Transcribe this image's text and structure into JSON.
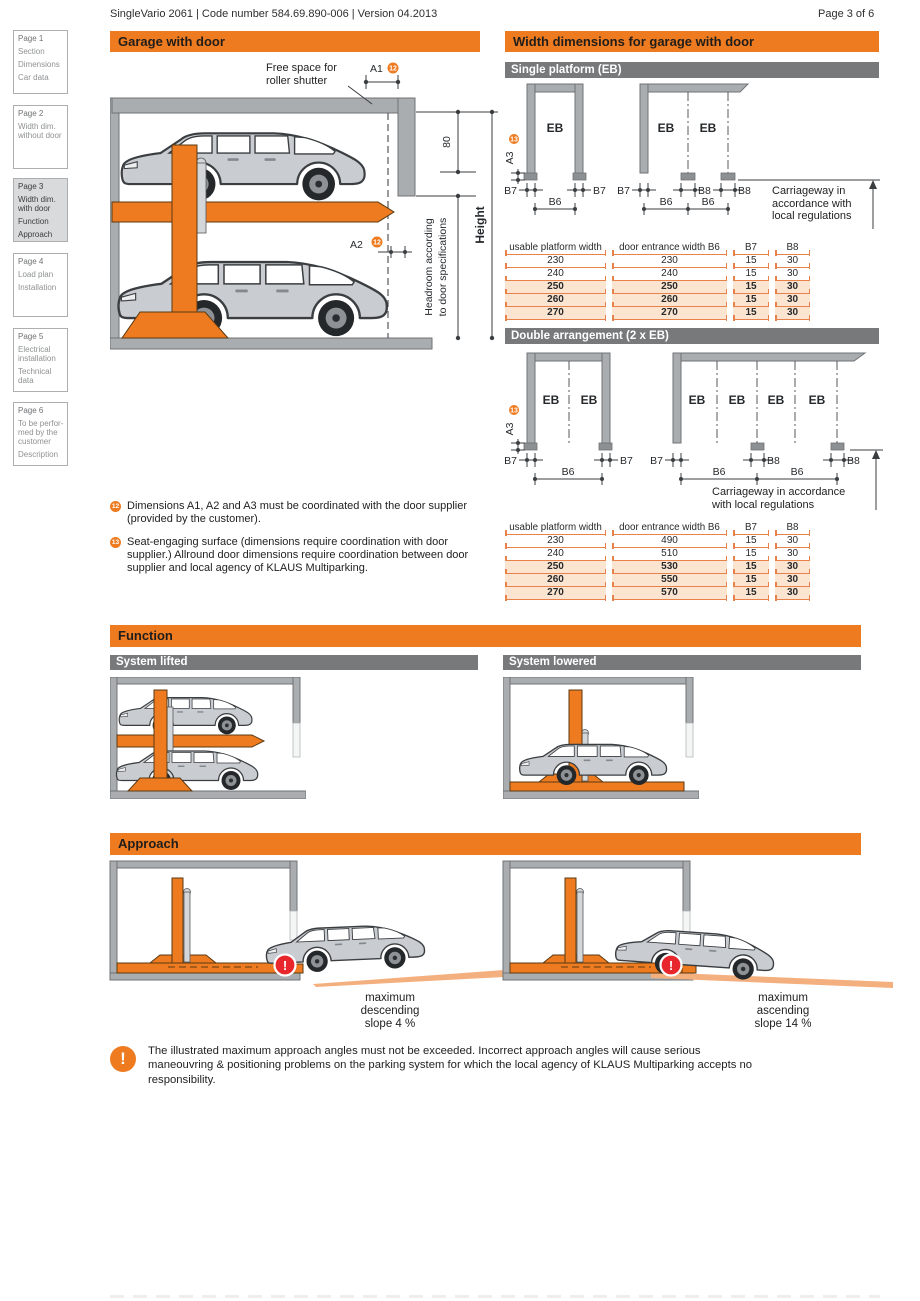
{
  "header": {
    "title": "SingleVario 2061 | Code number 584.69.890-006 | Version 04.2013",
    "page_indicator": "Page 3 of 6"
  },
  "sidebar": {
    "pages": [
      {
        "title": "Page 1",
        "items": [
          "Section",
          "Dimensions",
          "Car data"
        ],
        "active": false
      },
      {
        "title": "Page 2",
        "items": [
          "Width dim.\nwithout door"
        ],
        "active": false
      },
      {
        "title": "Page 3",
        "items": [
          "Width dim.\nwith door",
          "Function",
          "Approach"
        ],
        "active": true
      },
      {
        "title": "Page 4",
        "items": [
          "Load plan",
          "Installation"
        ],
        "active": false
      },
      {
        "title": "Page 5",
        "items": [
          "Electrical\ninstallation",
          "Technical\ndata"
        ],
        "active": false
      },
      {
        "title": "Page 6",
        "items": [
          "To be perfor-\nmed by the\ncustomer",
          "Description"
        ],
        "active": false
      }
    ]
  },
  "garage": {
    "title": "Garage with door",
    "free_space": "Free space for\nroller shutter"
  },
  "labels": {
    "a1": "A1",
    "a2": "A2",
    "a3": "A3",
    "n12": "12",
    "n13": "13",
    "dim80": "80",
    "height": "Height",
    "headroom_1": "Headroom according",
    "headroom_2": "to door specifications",
    "eb": "EB",
    "b6": "B6",
    "b7": "B7",
    "b8": "B8"
  },
  "width_section": {
    "title": "Width dimensions for garage with door",
    "single_header": "Single platform (EB)",
    "double_header": "Double arrangement (2 x EB)",
    "carriageway_single": "Carriageway in\naccordance with\nlocal regulations",
    "carriageway_double": "Carriageway in accordance\nwith local regulations"
  },
  "tables": {
    "headers": [
      "usable platform width",
      "door entrance width B6",
      "B7",
      "B8"
    ],
    "single": {
      "rows": [
        {
          "cells": [
            "230",
            "230",
            "15",
            "30"
          ],
          "highlight": false
        },
        {
          "cells": [
            "240",
            "240",
            "15",
            "30"
          ],
          "highlight": false
        },
        {
          "cells": [
            "250",
            "250",
            "15",
            "30"
          ],
          "highlight": true
        },
        {
          "cells": [
            "260",
            "260",
            "15",
            "30"
          ],
          "highlight": true
        },
        {
          "cells": [
            "270",
            "270",
            "15",
            "30"
          ],
          "highlight": true
        }
      ]
    },
    "double": {
      "rows": [
        {
          "cells": [
            "230",
            "490",
            "15",
            "30"
          ],
          "highlight": false
        },
        {
          "cells": [
            "240",
            "510",
            "15",
            "30"
          ],
          "highlight": false
        },
        {
          "cells": [
            "250",
            "530",
            "15",
            "30"
          ],
          "highlight": true
        },
        {
          "cells": [
            "260",
            "550",
            "15",
            "30"
          ],
          "highlight": true
        },
        {
          "cells": [
            "270",
            "570",
            "15",
            "30"
          ],
          "highlight": true
        }
      ]
    }
  },
  "notes": [
    {
      "badge": "12",
      "text": "Dimensions A1, A2 and A3 must be coordinated with the door supplier (provided by the customer)."
    },
    {
      "badge": "13",
      "text": "Seat-engaging surface (dimensions require coordination with door supplier.) Allround door dimensions require coordination between door supplier and local agency of KLAUS Multiparking."
    }
  ],
  "function_section": {
    "title": "Function",
    "lifted": "System lifted",
    "lowered": "System lowered"
  },
  "approach_section": {
    "title": "Approach",
    "descending": "maximum\ndescending\nslope 4 %",
    "ascending": "maximum\nascending\nslope 14 %",
    "alert_mark": "!"
  },
  "warning": {
    "mark": "!",
    "text": "The illustrated maximum approach angles must not be exceeded. Incorrect approach angles will cause serious maneouvring & positioning problems on the parking system for which the local agency of KLAUS Multiparking accepts no responsibility."
  },
  "colors": {
    "accent_orange": "#EE7B20",
    "subheader_gray": "#77797B",
    "table_highlight": "#FBE5D1",
    "table_border": "#E9824A",
    "wall_gray": "#A9ADAF",
    "wall_dark": "#8C9093",
    "warning_red": "#E8272C",
    "ramp_orange": "#F4AF7E",
    "car_body": "#C9CDD1",
    "line_dark": "#3A3E41"
  }
}
